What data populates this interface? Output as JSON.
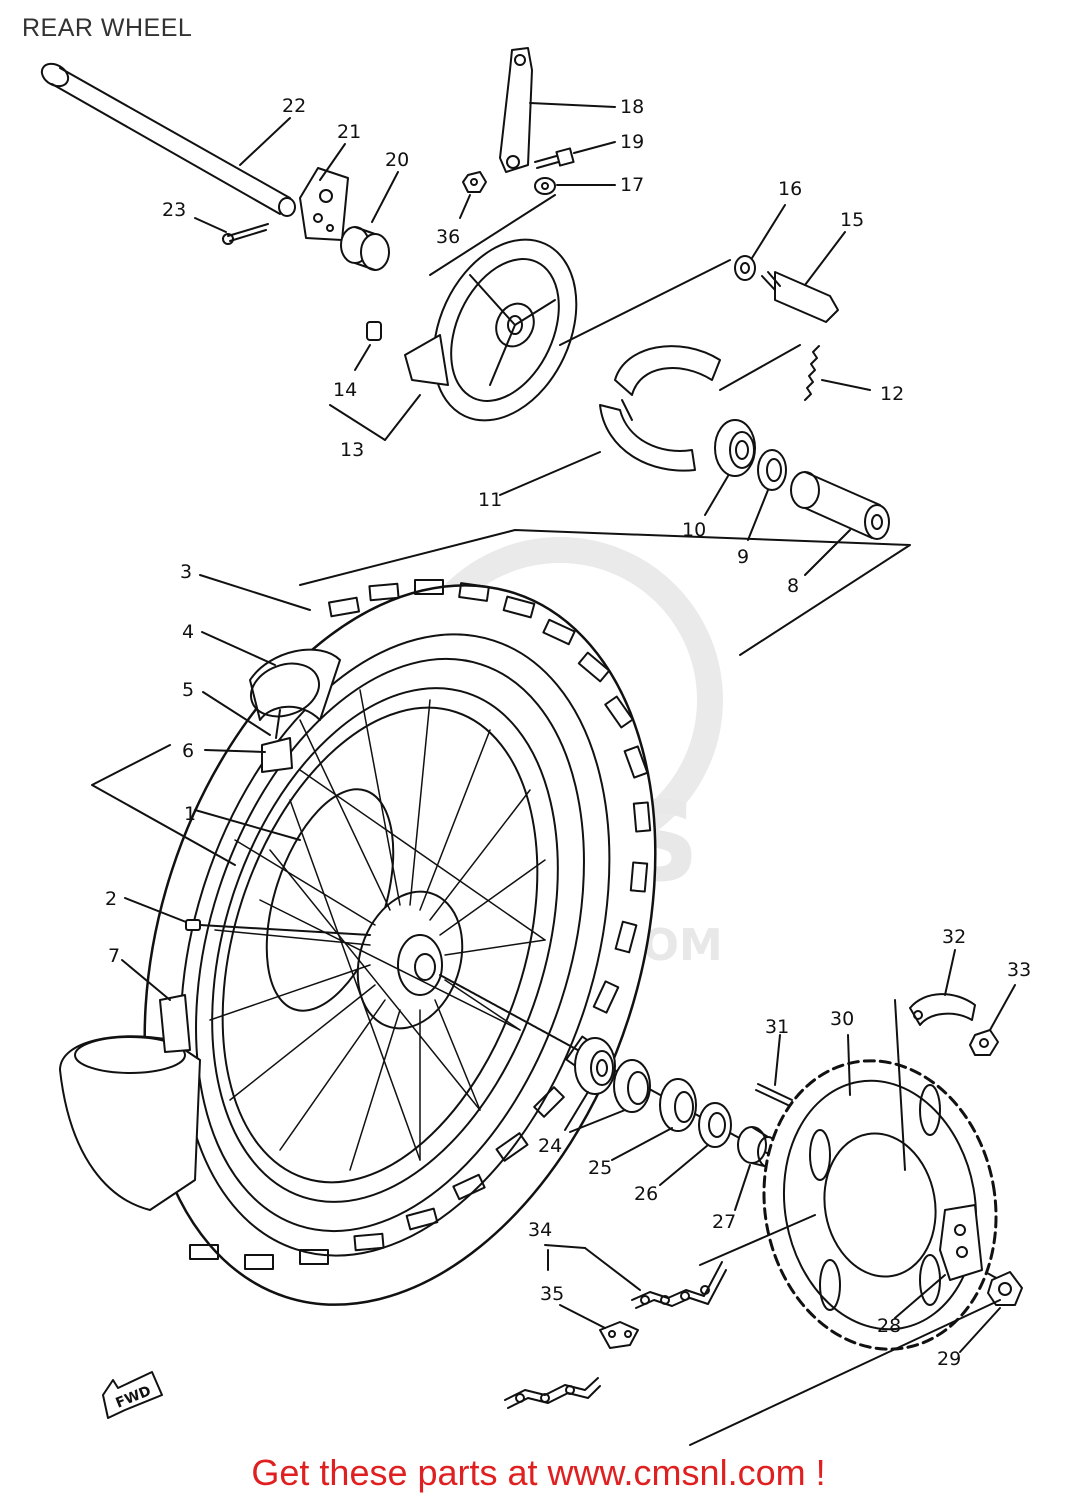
{
  "page_title": "REAR WHEEL",
  "watermark": {
    "line1": "CMS",
    "line2": "CMSNL.COM"
  },
  "direction_badge": "FWD",
  "footer_text": "Get these parts at www.cmsnl.com !",
  "colors": {
    "footer": "#e02020",
    "ink": "#111111",
    "watermark": "#e6e6e6"
  },
  "callouts": [
    {
      "id": "label-22",
      "text": "22"
    },
    {
      "id": "label-21",
      "text": "21"
    },
    {
      "id": "label-20",
      "text": "20"
    },
    {
      "id": "label-23",
      "text": "23"
    },
    {
      "id": "label-18",
      "text": "18"
    },
    {
      "id": "label-19",
      "text": "19"
    },
    {
      "id": "label-17",
      "text": "17"
    },
    {
      "id": "label-36",
      "text": "36"
    },
    {
      "id": "label-16",
      "text": "16"
    },
    {
      "id": "label-15",
      "text": "15"
    },
    {
      "id": "label-14",
      "text": "14"
    },
    {
      "id": "label-13",
      "text": "13"
    },
    {
      "id": "label-12",
      "text": "12"
    },
    {
      "id": "label-11",
      "text": "11"
    },
    {
      "id": "label-10",
      "text": "10"
    },
    {
      "id": "label-9",
      "text": "9"
    },
    {
      "id": "label-8",
      "text": "8"
    },
    {
      "id": "label-3",
      "text": "3"
    },
    {
      "id": "label-4",
      "text": "4"
    },
    {
      "id": "label-5",
      "text": "5"
    },
    {
      "id": "label-6",
      "text": "6"
    },
    {
      "id": "label-1",
      "text": "1"
    },
    {
      "id": "label-2",
      "text": "2"
    },
    {
      "id": "label-7",
      "text": "7"
    },
    {
      "id": "label-32",
      "text": "32"
    },
    {
      "id": "label-33",
      "text": "33"
    },
    {
      "id": "label-31",
      "text": "31"
    },
    {
      "id": "label-30",
      "text": "30"
    },
    {
      "id": "label-24",
      "text": "24"
    },
    {
      "id": "label-25",
      "text": "25"
    },
    {
      "id": "label-26",
      "text": "26"
    },
    {
      "id": "label-27",
      "text": "27"
    },
    {
      "id": "label-34",
      "text": "34"
    },
    {
      "id": "label-35",
      "text": "35"
    },
    {
      "id": "label-28",
      "text": "28"
    },
    {
      "id": "label-29",
      "text": "29"
    }
  ]
}
